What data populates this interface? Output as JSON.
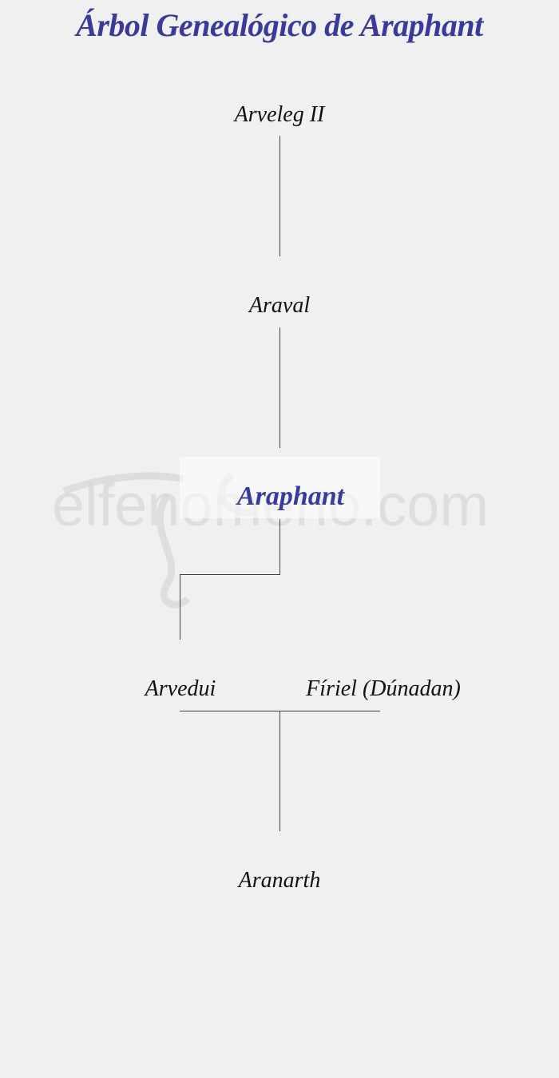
{
  "title": "Árbol Genealógico de Araphant",
  "watermark": "elfenomeno.com",
  "colors": {
    "accent": "#3a3a9a",
    "text": "#111111",
    "line": "#444444",
    "background": "#f0f0f0"
  },
  "people": {
    "arveleg": "Arveleg II",
    "araval": "Araval",
    "araphant": "Araphant",
    "arvedui": "Arvedui",
    "firiel": "Fíriel (Dúnadan)",
    "aranarth": "Aranarth"
  }
}
